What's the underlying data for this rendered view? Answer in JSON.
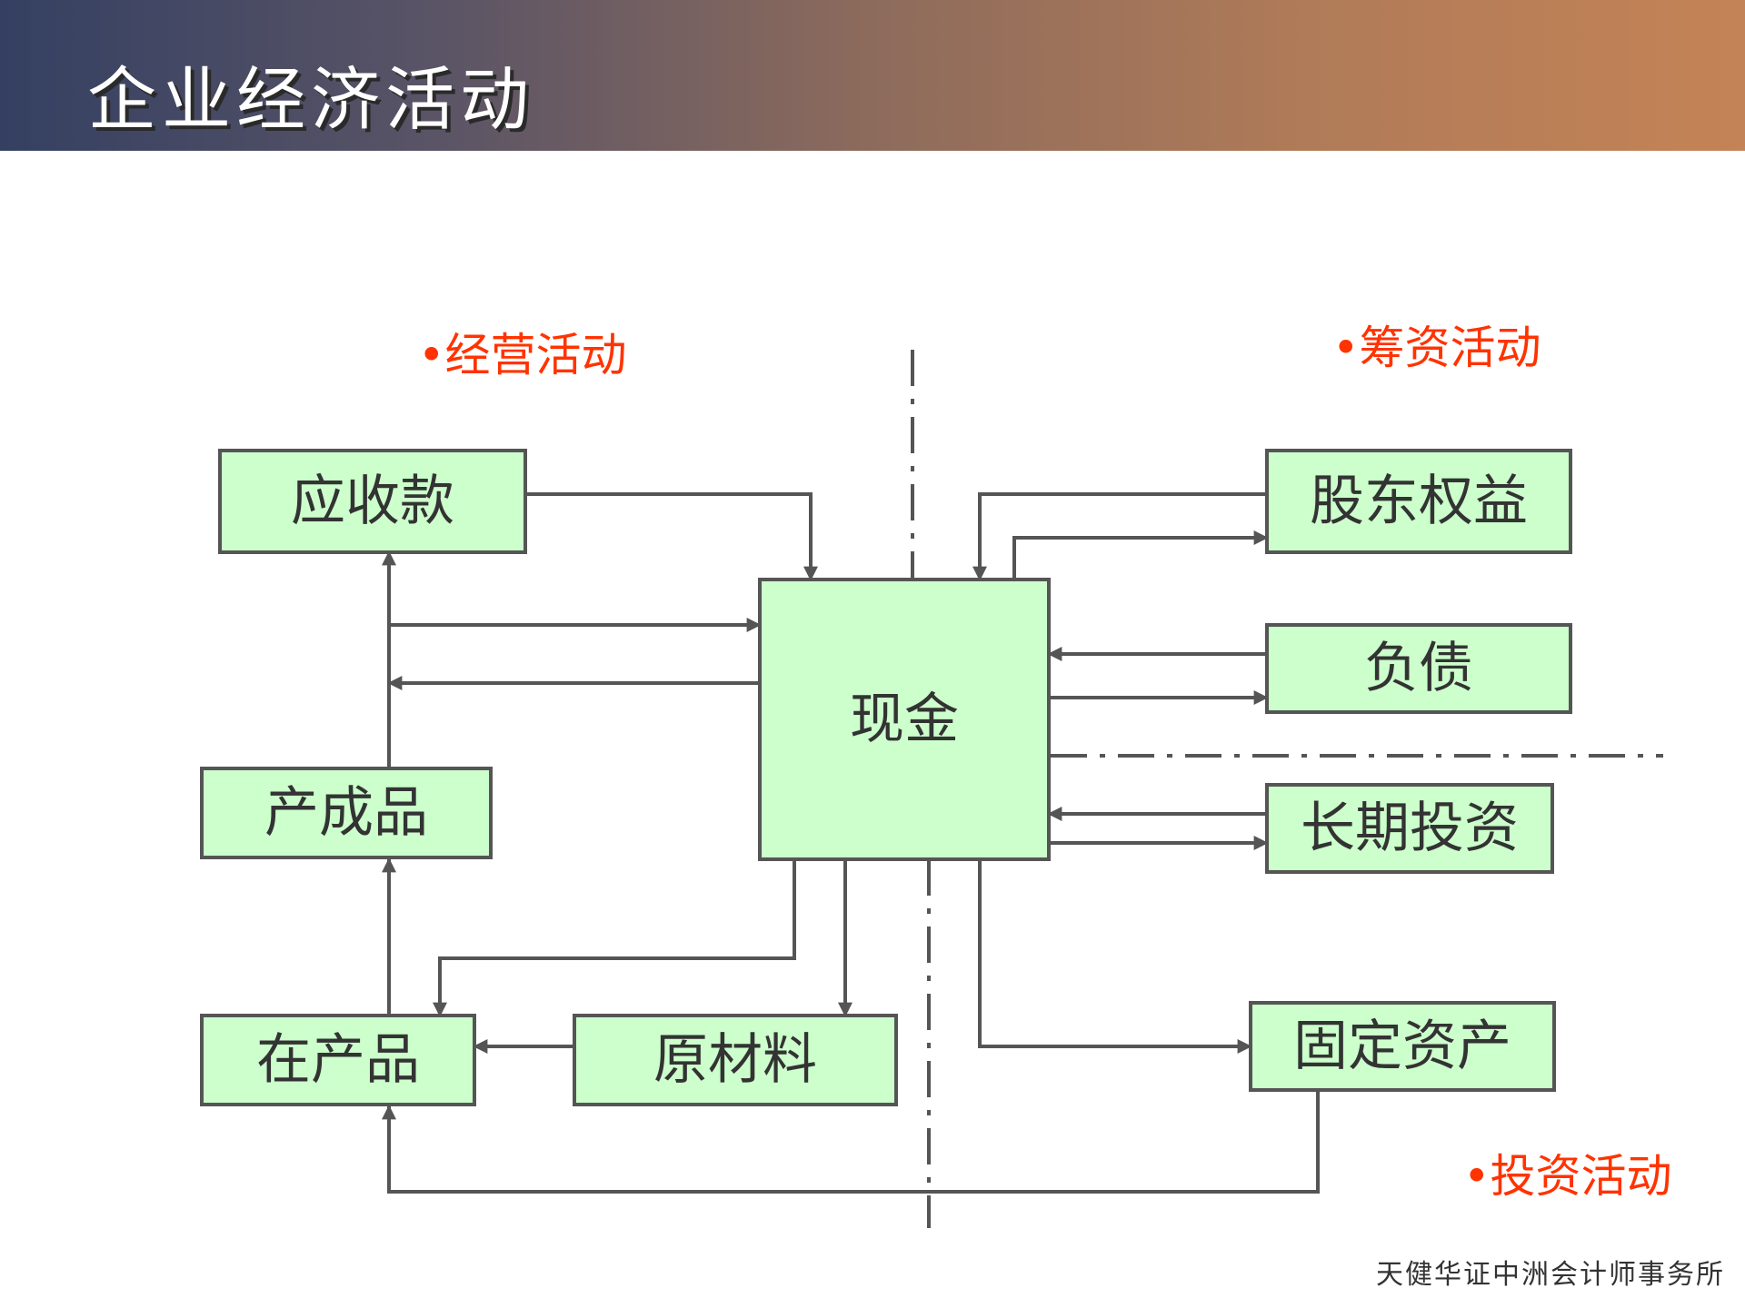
{
  "title": "企业经济活动",
  "footer": "天健华证中洲会计师事务所",
  "sections": {
    "operating": "•经营活动",
    "financing": "•筹资活动",
    "investing": "•投资活动"
  },
  "nodes": {
    "receivables": "应收款",
    "cash": "现金",
    "finished_goods": "产成品",
    "work_in_progress": "在产品",
    "raw_materials": "原材料",
    "equity": "股东权益",
    "liabilities": "负债",
    "long_term_investment": "长期投资",
    "fixed_assets": "固定资产"
  },
  "colors": {
    "box_fill": "#ccffcc",
    "line": "#555555",
    "section_label": "#ff3300"
  }
}
